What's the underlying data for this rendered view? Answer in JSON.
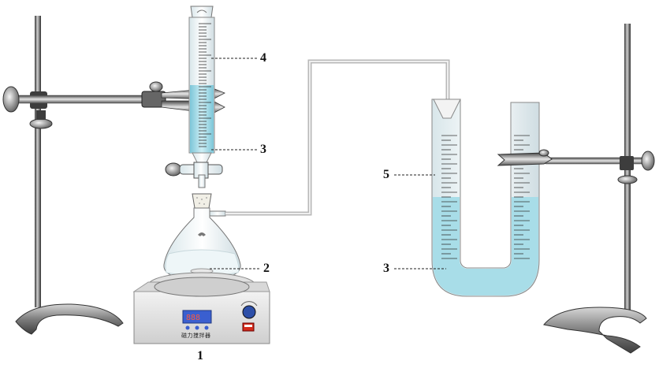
{
  "labels": {
    "stirrer": "1",
    "flask_content": "2",
    "liquid_burette": "3",
    "burette": "4",
    "liquid_utube": "3",
    "utube_scale": "5"
  },
  "stirrer_brand": "磁力搅拌器",
  "colors": {
    "liquid": "#a8dde8",
    "metal": "#8a8a8a",
    "glass": "#e9f3f5",
    "tube": "#bcbcbc",
    "display": "#3a5fd0",
    "switch": "#d42a1a"
  }
}
